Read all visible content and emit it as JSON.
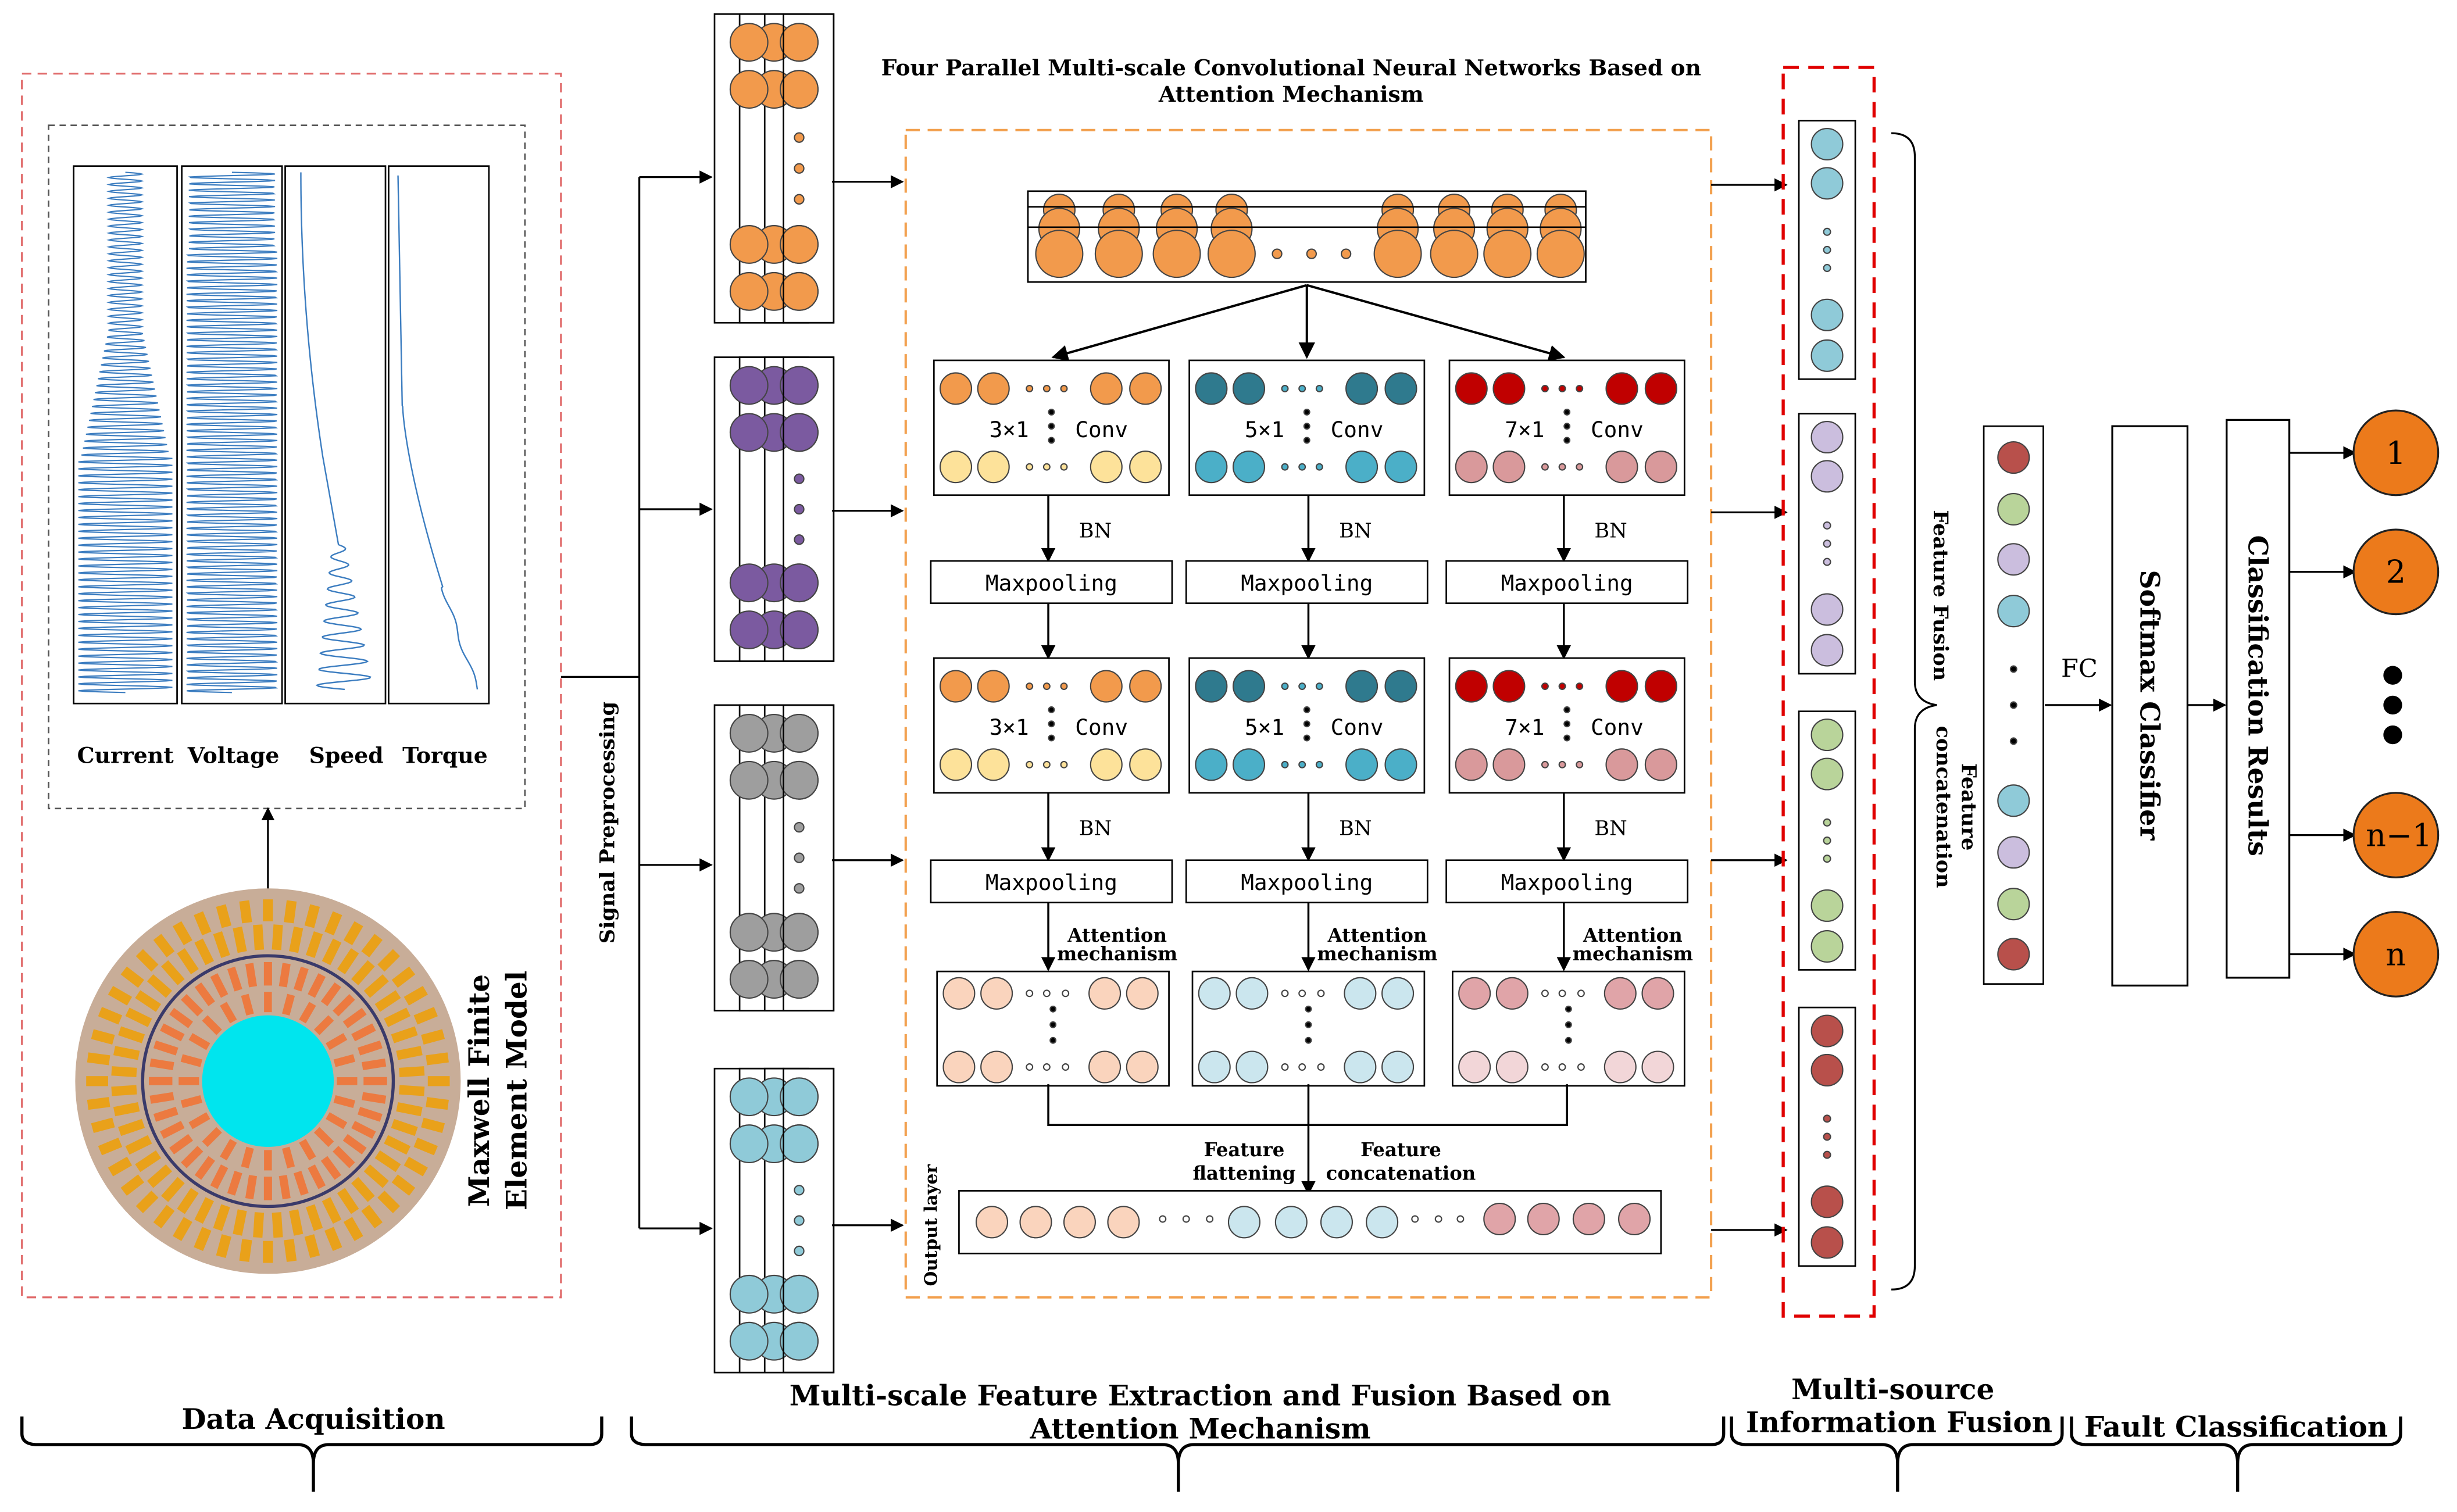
{
  "acquisition": {
    "signal_labels": [
      "Current",
      "Voltage",
      "Speed",
      "Torque"
    ],
    "model_label_line1": "Maxwell Finite",
    "model_label_line2": "Element Model"
  },
  "preprocessing_label": "Signal Preprocessing",
  "cnn": {
    "title_line1": "Four Parallel Multi-scale Convolutional Neural Networks Based on",
    "title_line2": "Attention Mechanism",
    "kernels": [
      "3×1",
      "5×1",
      "7×1"
    ],
    "conv_label": "Conv",
    "bn_label": "BN",
    "pool_label": "Maxpooling",
    "attention_line1": "Attention",
    "attention_line2": "mechanism",
    "flatten_line1": "Feature",
    "flatten_line2": "flattening",
    "concat_line1": "Feature",
    "concat_line2": "concatenation",
    "output_label": "Output layer"
  },
  "fusion": {
    "feature_fusion": "Feature Fusion",
    "feature_concat_line1": "Feature",
    "feature_concat_line2": "concatenation"
  },
  "classifier": {
    "fc_label": "FC",
    "softmax_label": "Softmax Classifier",
    "results_label": "Classification Results",
    "outputs": [
      "1",
      "2",
      "n−1",
      "n"
    ]
  },
  "stages": {
    "data_acquisition": "Data Acquisition",
    "extraction_line1": "Multi-scale Feature Extraction and Fusion Based on",
    "extraction_line2": "Attention Mechanism",
    "multisource_line1": "Multi-source",
    "multisource_line2": "Information Fusion",
    "fault_classification": "Fault Classification"
  },
  "colors": {
    "orange": "#f29a4c",
    "purple": "#7b5aa0",
    "gray": "#9e9e9e",
    "light_blue": "#8fcad8",
    "teal_dark": "#2f7a8e",
    "teal": "#4bafc8",
    "red_dark": "#c00000",
    "pink": "#d9999b",
    "yellow": "#fde29a",
    "peach": "#fad4bd",
    "pale_blue": "#cbe6ee",
    "rose": "#e0a4a8",
    "green": "#b9d49a",
    "lavender": "#cbbede",
    "brick": "#b8504b",
    "signal_blue": "#3c7dc0",
    "dash_red": "#e06a6a",
    "dash_orange": "#f2a04e"
  }
}
